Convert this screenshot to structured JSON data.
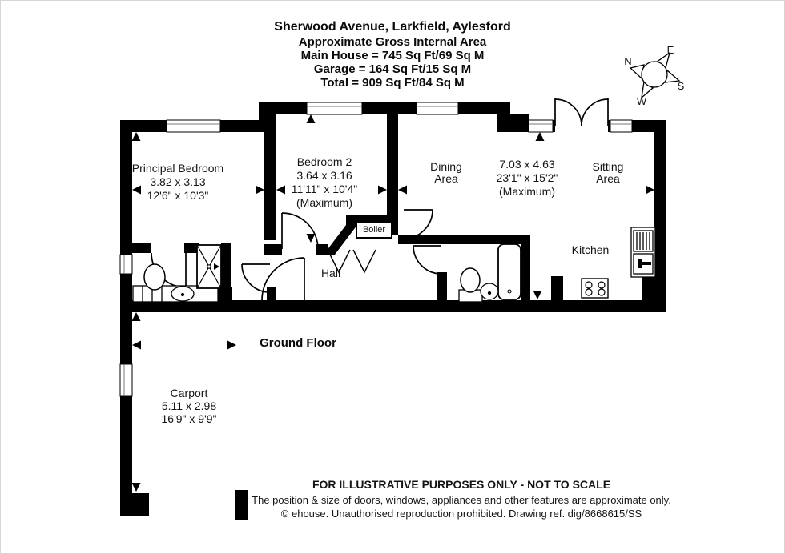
{
  "title": {
    "address": "Sherwood Avenue, Larkfield, Aylesford",
    "subtitle": "Approximate Gross Internal Area",
    "main_house": "Main House = 745 Sq Ft/69 Sq M",
    "garage": "Garage = 164 Sq Ft/15 Sq M",
    "total": "Total = 909 Sq Ft/84 Sq M"
  },
  "compass": {
    "north": "N",
    "east": "E",
    "south": "S",
    "west": "W"
  },
  "rooms": {
    "principal_bedroom": {
      "name": "Principal Bedroom",
      "dims_metric": "3.82 x 3.13",
      "dims_imperial": "12'6\" x 10'3\""
    },
    "bedroom_2": {
      "name": "Bedroom 2",
      "dims_metric": "3.64 x 3.16",
      "dims_imperial": "11'11\" x 10'4\"",
      "qualifier": "(Maximum)"
    },
    "dining_area": {
      "name_line_1": "Dining",
      "name_line_2": "Area"
    },
    "reception": {
      "dims_metric": "7.03 x 4.63",
      "dims_imperial": "23'1\" x 15'2\"",
      "qualifier": "(Maximum)"
    },
    "sitting_area": {
      "name_line_1": "Sitting",
      "name_line_2": "Area"
    },
    "kitchen": {
      "name": "Kitchen"
    },
    "hall": {
      "name": "Hall"
    },
    "boiler": {
      "name": "Boiler"
    },
    "carport": {
      "name": "Carport",
      "dims_metric": "5.11 x 2.98",
      "dims_imperial": "16'9\" x 9'9\""
    }
  },
  "floor_label": "Ground Floor",
  "footer": {
    "disclaimer": "FOR ILLUSTRATIVE PURPOSES ONLY - NOT TO SCALE",
    "note": "The position & size of doors, windows, appliances and other features are approximate only.",
    "copyright": "© ehouse. Unauthorised reproduction prohibited. Drawing ref. dig/8668615/SS"
  },
  "colors": {
    "wall": "#000000",
    "background": "#ffffff",
    "text": "#111111"
  }
}
